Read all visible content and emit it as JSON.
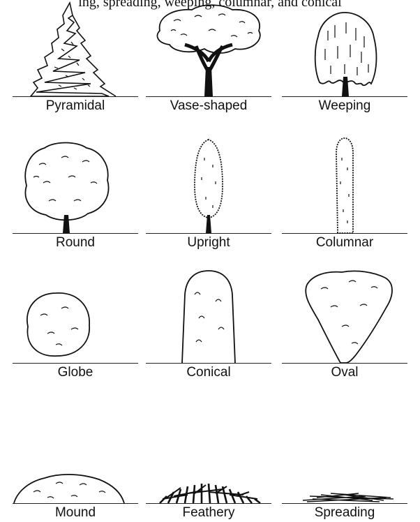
{
  "caption": "ing, spreading, weeping, columnar, and conical",
  "shapes": [
    {
      "label": "Pyramidal",
      "icon": "pyramidal-tree-icon"
    },
    {
      "label": "Vase-shaped",
      "icon": "vase-shaped-tree-icon"
    },
    {
      "label": "Weeping",
      "icon": "weeping-tree-icon"
    },
    {
      "label": "Round",
      "icon": "round-tree-icon"
    },
    {
      "label": "Upright",
      "icon": "upright-tree-icon"
    },
    {
      "label": "Columnar",
      "icon": "columnar-tree-icon"
    },
    {
      "label": "Globe",
      "icon": "globe-shrub-icon"
    },
    {
      "label": "Conical",
      "icon": "conical-shrub-icon"
    },
    {
      "label": "Oval",
      "icon": "oval-shrub-icon"
    },
    {
      "label": "Mound",
      "icon": "mound-shrub-icon"
    },
    {
      "label": "Feathery",
      "icon": "feathery-plant-icon"
    },
    {
      "label": "Spreading",
      "icon": "spreading-plant-icon"
    }
  ]
}
